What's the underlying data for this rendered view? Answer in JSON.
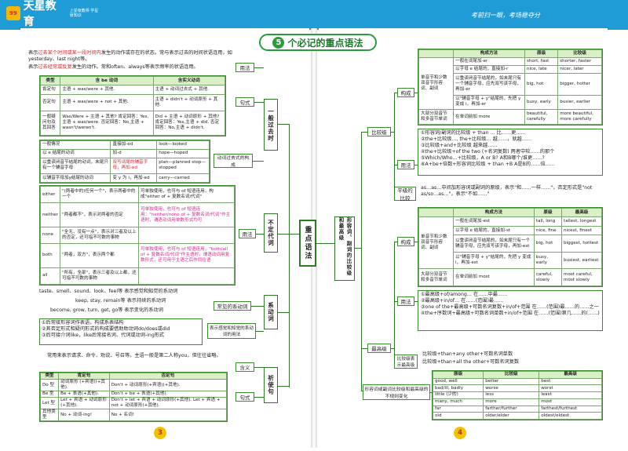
{
  "header": {
    "logo_text": "天星教育",
    "logo_mark": "99",
    "logo_sub": "上星级教师 学星级知识",
    "slogan": "考前扫一眼，考场稳夺分"
  },
  "title": {
    "num": "5",
    "text": "个必记的重点语法"
  },
  "center_node": "重点语法",
  "left": {
    "past_tense": {
      "node": "一般过去时",
      "usage_label": "用法",
      "usage_text_1a": "表示",
      "usage_text_1b": "过去某个时间或某一段时间内",
      "usage_text_1c": "发生的动作或存在的状态。常与表示过去的时间状语连用，如yesterday、last night等。",
      "usage_text_2a": "表示",
      "usage_text_2b": "过去经常或反复",
      "usage_text_2c": "发生的动作。常和often、always等表示频率的状语连用。",
      "sentence_label": "句式",
      "sentence_table": {
        "headers": [
          "类型",
          "含 be 动词",
          "含实义动词"
        ],
        "rows": [
          [
            "肯定句",
            "主语 + was/were + 其他.",
            "主语 + 动词过去式 + 其他."
          ],
          [
            "否定句",
            "主语 + was/were + not + 其他.",
            "主语 + didn't + 动词原形 + 其他."
          ],
          [
            "一般疑问句及其回答",
            "Was/Were + 主语 + 其他?  肯定回答：Yes,主语 + was/were.  否定回答：No,主语 + wasn't/weren't.",
            "Did + 主语 + 动词原形 + 其他?  肯定回答：Yes,主语 + did.  否定回答：No,主语 + didn't."
          ]
        ]
      },
      "verb_label": "动词过去式的构成",
      "verb_table": {
        "rows": [
          [
            "一般情况",
            "直接加-ed",
            "look—looked"
          ],
          [
            "以 e 结尾的动词",
            "加-d",
            "hope—hoped"
          ],
          [
            "以重读闭音节结尾的动词，末尾只有一个辅音字母",
            "双写词尾的辅音字母，再加-ed",
            "plan—planned  stop—stopped"
          ],
          [
            "以辅音字母加y结尾的动词",
            "变 y 为 i，再加-ed",
            "carry—carried"
          ]
        ]
      }
    },
    "pronoun": {
      "node": "不定代词",
      "usage_label": "用法",
      "rows": [
        [
          "either",
          "\"(两者中的)任何一个\"，表示两者中的一个",
          "可单独使用，也可与 of 短语连用，构成\"either of + 复数名词/代词\""
        ],
        [
          "neither",
          "\"两者都不\"，表示对两者的否定",
          "可单独使用，也可与 of 短语连用：\"neither/none of + 复数名词/代词\"作主语时，谓语动词用单数形式均可"
        ],
        [
          "none",
          "\"全无，没有一点\"，表示对三者及以上的否定，还可指不可数的事物",
          ""
        ],
        [
          "both",
          "\"两者，双方\"，表示两个都",
          "可单独使用，也可与 of 短语连用，\"both/all of + 复数名词/代词\"作主语时，谓语动词用复数形式，还可用于主语之后作同位语"
        ],
        [
          "all",
          "\"所有，全部\"，表示三者及以上都，还可指不可数的事物",
          ""
        ]
      ]
    },
    "linking": {
      "node": "系动词",
      "intro": "taste、smell、sound、look、feel等 表示感觉和知觉的系动词",
      "common_label": "常见的系动词",
      "common_1": "keep, stay, remain等  表示持续的系动词",
      "common_2": "become, grow, turn, get, go等  表示变化的系动词",
      "usage_label": "表示感觉和知觉的系动词的用法",
      "usage_1": "①后常接形容词作表语，构成系表结构",
      "usage_2": "②其否定形式和疑问形式的构成要借助助动词do/does或did",
      "usage_3": "③后可接介词like，like后常接名词、代词或动词-ing形式"
    },
    "imperative": {
      "node": "祈使句",
      "meaning_label": "含义",
      "meaning_text": "常用来表示请求、命令、劝说、号召等。主语一般是第二人称you，但往往省略。",
      "sentence_label": "句式",
      "table": {
        "headers": [
          "类型",
          "肯定句",
          "否定句"
        ],
        "rows": [
          [
            "Do 型",
            "动词原形 (+宾语)(+其他).",
            "Don't + 动词原形(+宾语)(+其他)."
          ],
          [
            "Be 型",
            "Be + 表语(+其他).",
            "Don't + be + 表语(+其他)."
          ],
          [
            "Let 型",
            "Let + 宾语 + 动词原形(+其他).",
            "Don't + let + 宾语 + 动词原形(+其他).  Let + 宾语 + not + 动词原形(+其他)."
          ],
          [
            "其他类型",
            "No + 动词-ing!",
            "No + 名词!"
          ]
        ]
      }
    },
    "page_no": "3"
  },
  "right": {
    "node": "形容词、副词的比较级和最高级",
    "comparative": {
      "node": "比较级",
      "form_label": "构成",
      "form_table": {
        "headers": [
          "",
          "构成方法",
          "原级",
          "比较级"
        ],
        "group1": "单音节和少数双音节形容词、副词",
        "rows": [
          [
            "一般在词尾加-er",
            "short, fast",
            "shorter, faster"
          ],
          [
            "以字母 e 结尾的，直接加-r",
            "nice, late",
            "nicer, later"
          ],
          [
            "以重读闭音节结尾的，如末尾只有一个辅音字母，应先双写该字母，再加-er",
            "big, hot",
            "bigger, hotter"
          ],
          [
            "以\"辅音字母 + y\"结尾的，先把 y 变成 i，再加-er",
            "busy, early",
            "busier, earlier"
          ]
        ],
        "group2": "大部分双音节和多音节单词",
        "row2": [
          "在单词前加 more",
          "beautiful, carefully",
          "more beautiful, more carefully"
        ]
      },
      "usage_label": "用法",
      "usage": [
        "①形容词/副词的比较级 + than … 比……更……",
        "②the+比较级…, the+比较级… 越……，就越……",
        "③比较级+and+比较级 越来越……",
        "④the+比较级+of the two (+名词复数) 两者中较……的那个",
        "⑤Which/Who…+比较级，A or B? A和B哪个/谁更……?",
        "⑥A+be+倍数+形容词比较级 + than +B  A是B的……倍……"
      ],
      "equal_label": "平级的比较",
      "equal_text": "as…as…中间加形容词或副词的原级，表示\"和……一样……\"，否定形式是\"not as/so…as…\"，表示\"不如……\""
    },
    "superlative": {
      "node": "最高级",
      "form_label": "构成",
      "form_table": {
        "headers": [
          "",
          "构成方法",
          "原级",
          "最高级"
        ],
        "group1": "单音节和少数双音节形容词、副词",
        "rows": [
          [
            "一般在词尾加-est",
            "tall, long",
            "tallest, longest"
          ],
          [
            "以字母 e 结尾的，直接加-st",
            "nice, fine",
            "nicest, finest"
          ],
          [
            "以重读闭音节结尾的，如末尾只有一个辅音字母，应先双写该字母，再加-est",
            "big, hot",
            "biggest, hottest"
          ],
          [
            "以\"辅音字母 + y\"结尾的，先把 y 变成 i，再加-est",
            "busy, early",
            "busiest, earliest"
          ]
        ],
        "group2": "大部分双音节和多音节单词",
        "row2": [
          "在单词前加 most",
          "careful, slowly",
          "most careful, most slowly"
        ]
      },
      "usage_label": "用法",
      "usage": [
        "①最高级+of/among… 在……中最……",
        "②最高级+in/of… 在……(范围)最……",
        "③one of the+最高级+可数名词复数+in/of+范围 在……(范围)最……的……之一",
        "④the+序数词+最高级+可数名词单数+in/of+范围 在……(范围)第几……的(……)"
      ],
      "express_label": "比较级表示最高级",
      "express_1": "比较级+than+any other+可数名词单数",
      "express_2": "比较级+than+all the other+可数名词复数"
    },
    "irregular": {
      "label": "形容词或副词比较级和最高级的不规则变化",
      "headers": [
        "原级",
        "比较级",
        "最高级"
      ],
      "rows": [
        [
          "good, well",
          "better",
          "best"
        ],
        [
          "bad/ill, badly",
          "worse",
          "worst"
        ],
        [
          "little (少的)",
          "less",
          "least"
        ],
        [
          "many, much",
          "more",
          "most"
        ],
        [
          "far",
          "farther/further",
          "farthest/furthest"
        ],
        [
          "old",
          "older/elder",
          "oldest/eldest"
        ]
      ]
    },
    "page_no": "4"
  }
}
